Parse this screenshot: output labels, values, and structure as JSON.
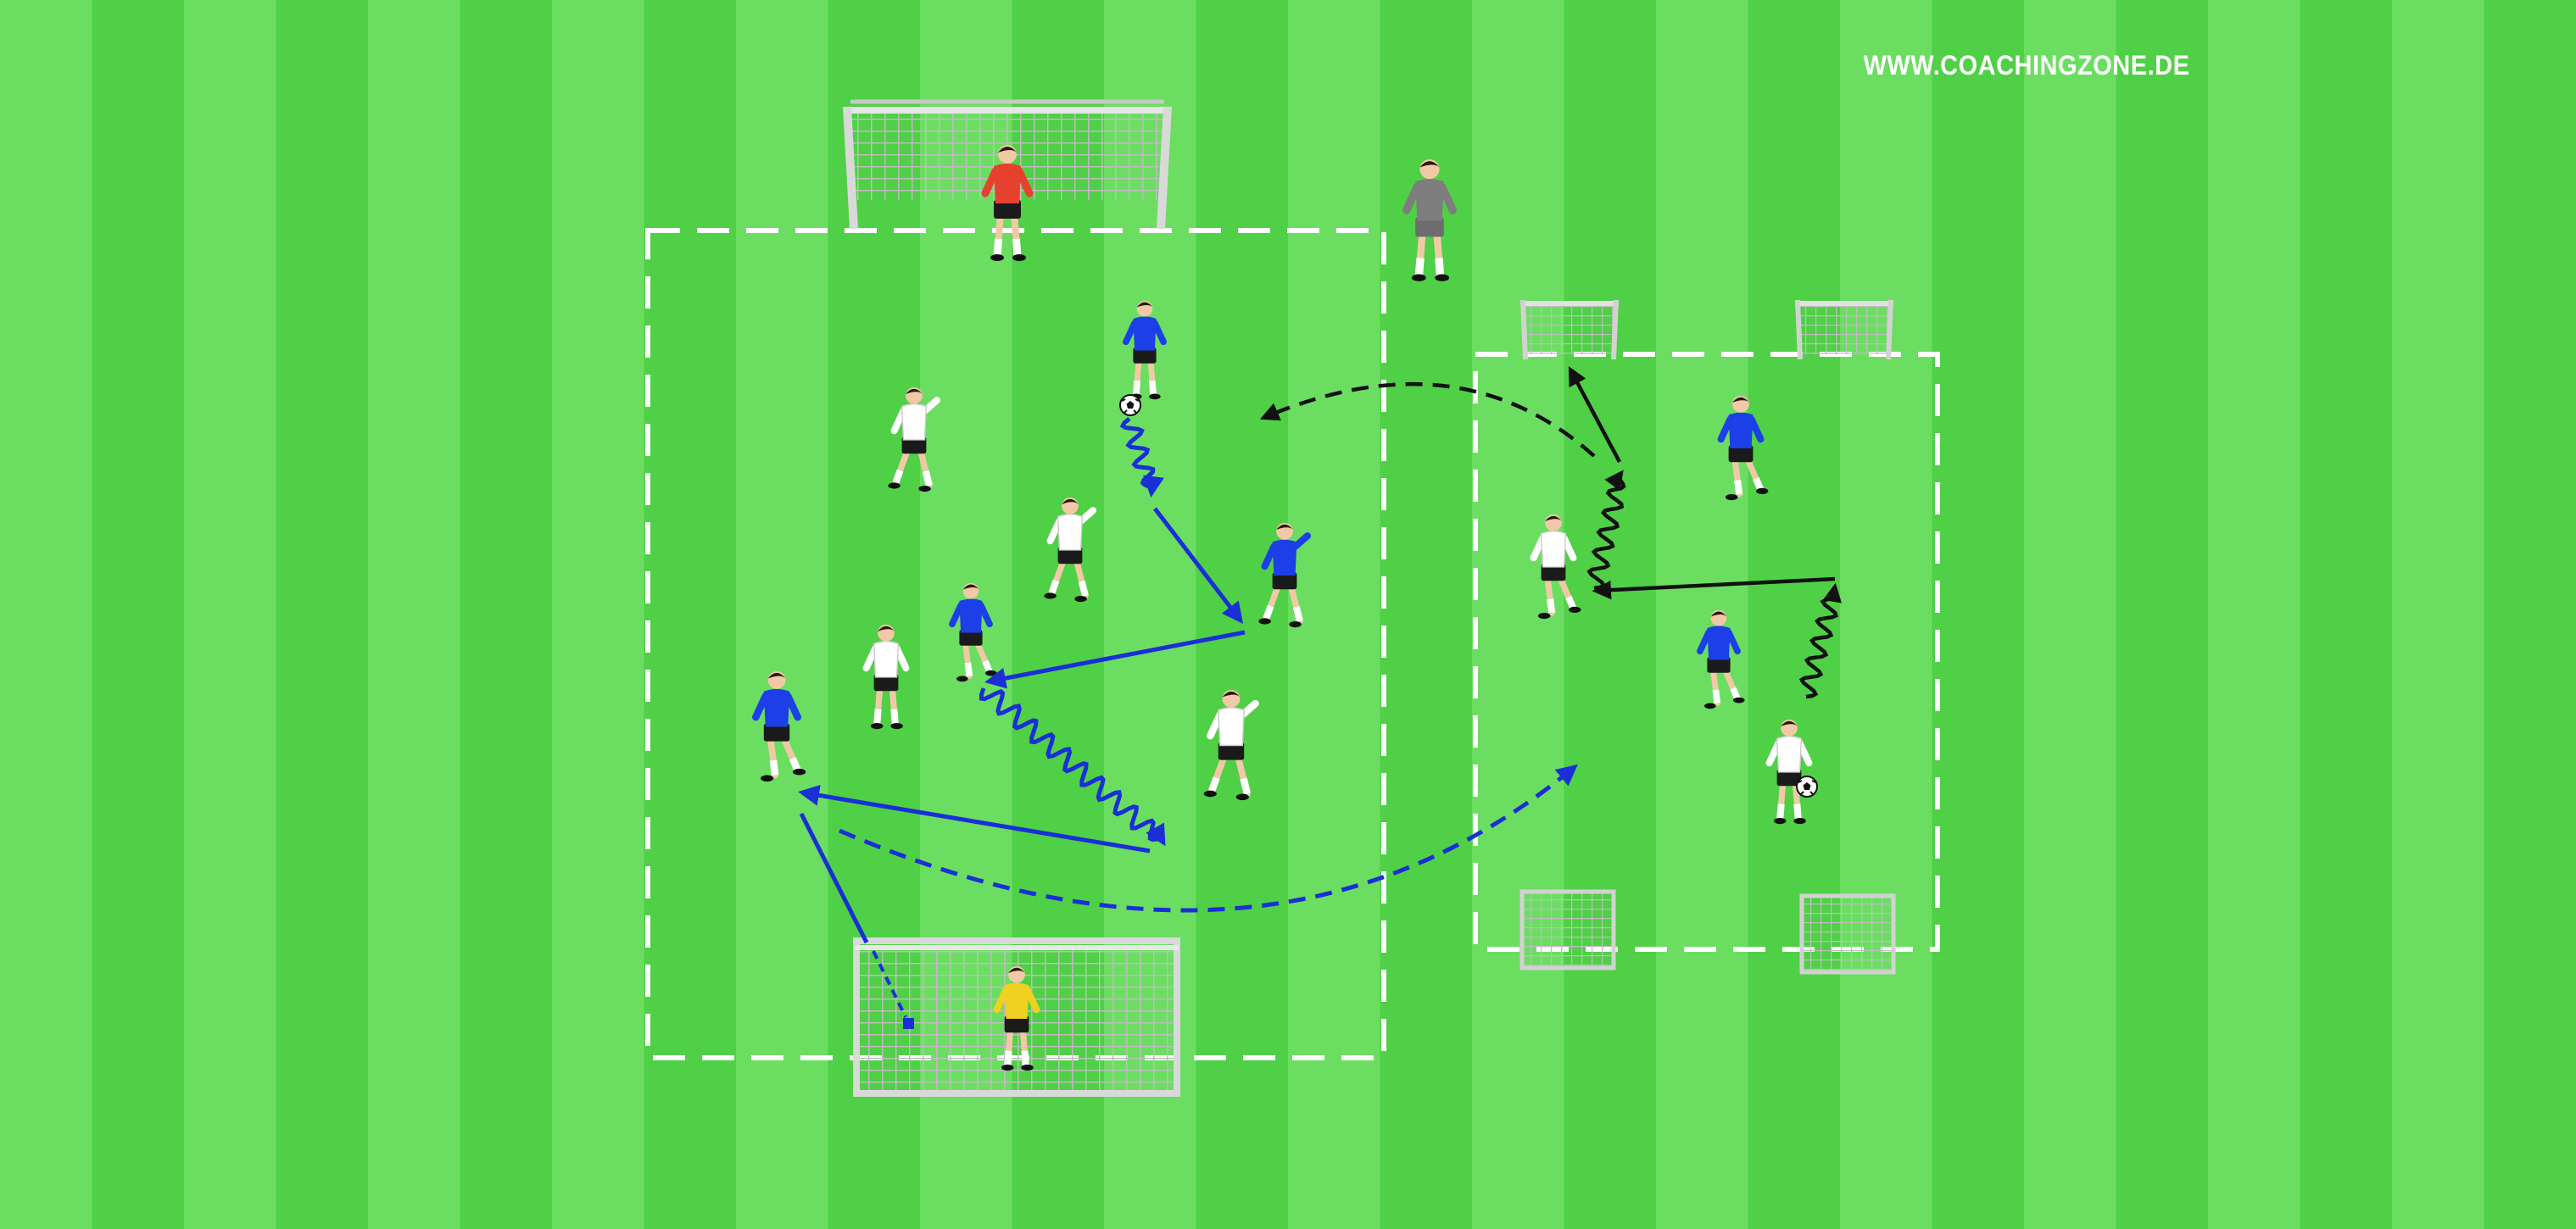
{
  "watermark": {
    "text": "WWW.COACHINGZONE.DE",
    "color": "#ffffff"
  },
  "colors": {
    "grass_light": "#6bde62",
    "grass_dark": "#4fd046",
    "boundary": "#ffffff",
    "team_blue": "#1c3fe8",
    "team_white": "#ffffff",
    "goalkeeper_top": "#e8402e",
    "goalkeeper_bottom": "#f0d020",
    "coach": "#7d7d7d",
    "shorts": "#1a1a1a",
    "pass_blue": "#1a2fd6",
    "pass_black": "#111111"
  },
  "diagram": {
    "description_free": true,
    "zones": [
      "large-field",
      "small-field"
    ],
    "goals": [
      "large-goal-top",
      "large-goal-bottom",
      "mini-goal-top-left",
      "mini-goal-top-right",
      "mini-goal-bottom-left",
      "mini-goal-bottom-right"
    ],
    "players": [
      {
        "name": "goalkeeper-top",
        "team": "goalkeeper_top"
      },
      {
        "name": "goalkeeper-bottom",
        "team": "goalkeeper_bottom"
      },
      {
        "name": "coach",
        "team": "coach"
      },
      {
        "name": "blue-player-1",
        "team": "team_blue"
      },
      {
        "name": "blue-player-2",
        "team": "team_blue"
      },
      {
        "name": "blue-player-3",
        "team": "team_blue"
      },
      {
        "name": "blue-player-4",
        "team": "team_blue"
      },
      {
        "name": "blue-player-5",
        "team": "team_blue"
      },
      {
        "name": "blue-player-6",
        "team": "team_blue"
      },
      {
        "name": "white-player-1",
        "team": "team_white"
      },
      {
        "name": "white-player-2",
        "team": "team_white"
      },
      {
        "name": "white-player-3",
        "team": "team_white"
      },
      {
        "name": "white-player-4",
        "team": "team_white"
      },
      {
        "name": "white-player-5",
        "team": "team_white"
      },
      {
        "name": "white-player-6",
        "team": "team_white"
      }
    ],
    "balls": 2,
    "arrows": {
      "blue_passes": 4,
      "blue_dribbles": 2,
      "blue_runs": 1,
      "black_passes": 2,
      "black_dribbles": 2,
      "black_runs": 1
    }
  }
}
